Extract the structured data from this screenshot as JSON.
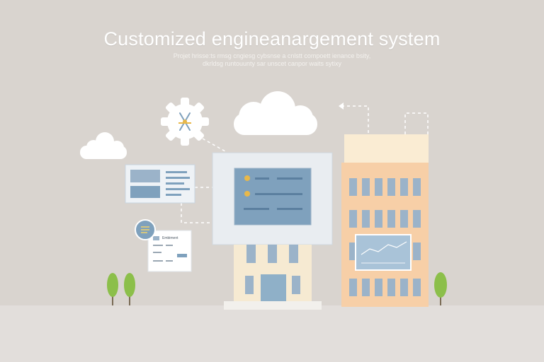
{
  "header": {
    "title": "Customized engineanargement system",
    "subtitle_lines": [
      "Projet hrisse:ts rmsg cngiesg cybsnse a cnlstt compoett ienance bsity,",
      "dkrldsg runtouunty sar unscet canpor waits sytixy"
    ]
  },
  "cards": {
    "small_card_label": "Embiment"
  },
  "colors": {
    "background": "#d9d4cf",
    "ground": "#e2dedb",
    "panel_blue": "#7fa1bd",
    "building_cream": "#f6ead2",
    "building_peach": "#f7cfa7",
    "window_blue": "#9bb3c9",
    "tree_green": "#8cbf4a",
    "cloud": "#ffffff"
  },
  "icons": {
    "gear": "gear-icon",
    "clouds": "cloud-icon",
    "trees": "tree-icon",
    "document": "document-icon",
    "chart": "chart-icon"
  }
}
